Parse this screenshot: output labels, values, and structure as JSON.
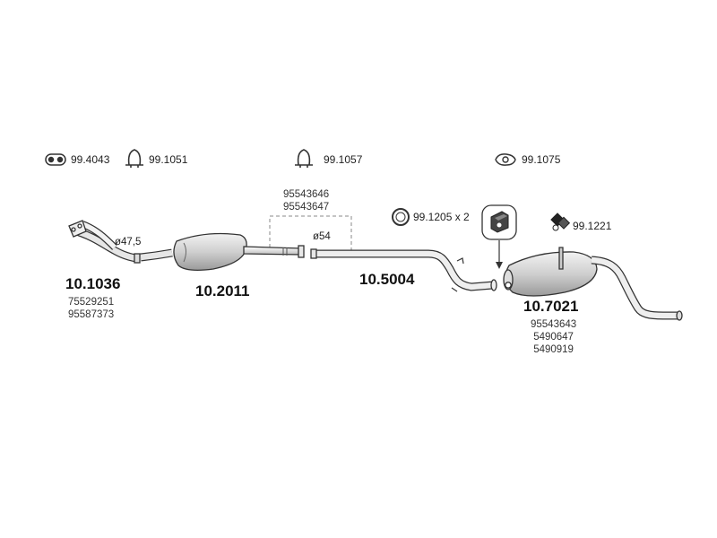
{
  "accessories": {
    "a1": "99.4043",
    "a2": "99.1051",
    "a3": "99.1057",
    "a4": "99.1075",
    "a5": "99.1205 x 2",
    "a6": "99.1221"
  },
  "parts": {
    "p1": {
      "number": "10.1036",
      "refs": [
        "75529251",
        "95587373"
      ],
      "diameter": "ø47,5"
    },
    "p2": {
      "number": "10.2011",
      "refs": [
        "95543646",
        "95543647"
      ],
      "diameter": "ø54"
    },
    "p3": {
      "number": "10.5004"
    },
    "p4": {
      "number": "10.7021",
      "refs": [
        "95543643",
        "5490647",
        "5490919"
      ]
    }
  },
  "colors": {
    "line": "#333333",
    "fill": "#d9d9d9",
    "shade": "#bdbdbd"
  }
}
